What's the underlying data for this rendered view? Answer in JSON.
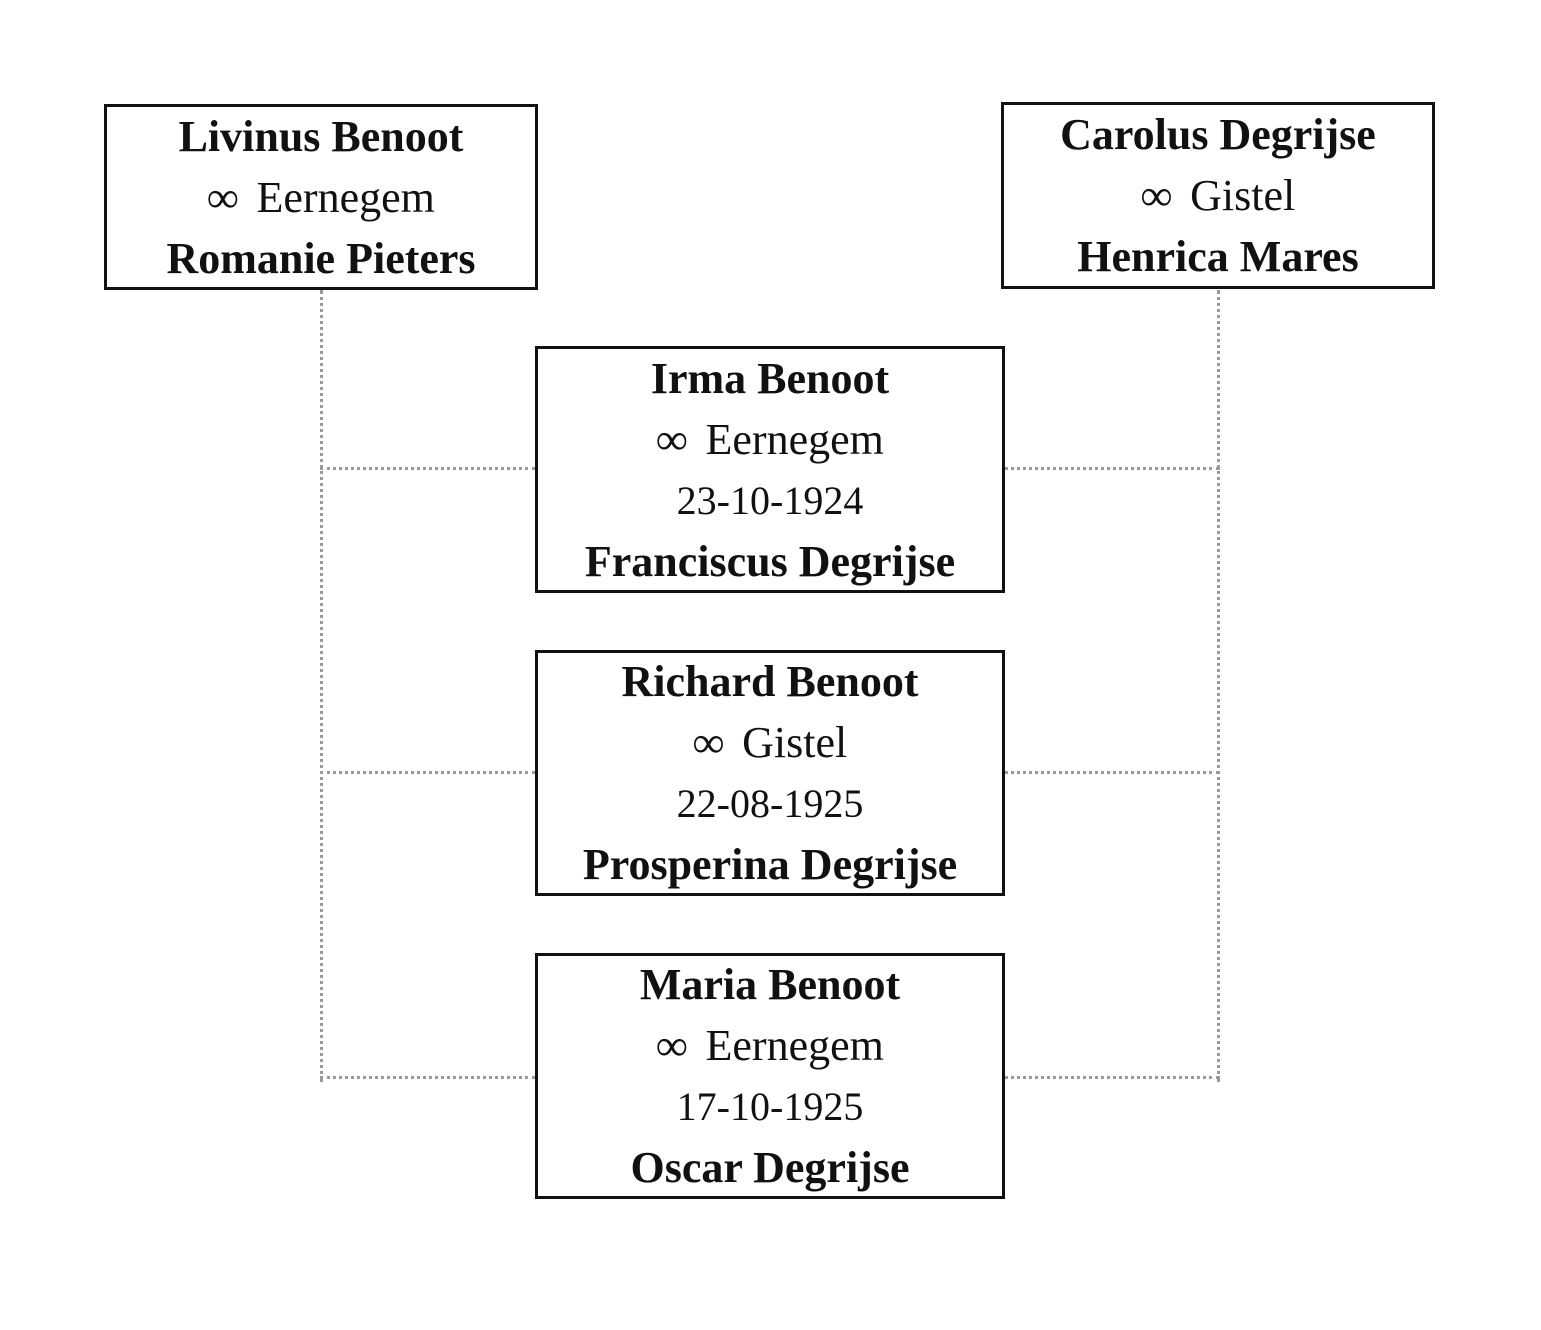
{
  "marriage_symbol": "∞",
  "parents": [
    {
      "husband": "Livinus Benoot",
      "place": "Eernegem",
      "wife": "Romanie Pieters"
    },
    {
      "husband": "Carolus Degrijse",
      "place": "Gistel",
      "wife": "Henrica Mares"
    }
  ],
  "children": [
    {
      "name": "Irma Benoot",
      "place": "Eernegem",
      "date": "23-10-1924",
      "spouse": "Franciscus Degrijse"
    },
    {
      "name": "Richard Benoot",
      "place": "Gistel",
      "date": "22-08-1925",
      "spouse": "Prosperina Degrijse"
    },
    {
      "name": "Maria Benoot",
      "place": "Eernegem",
      "date": "17-10-1925",
      "spouse": "Oscar Degrijse"
    }
  ]
}
